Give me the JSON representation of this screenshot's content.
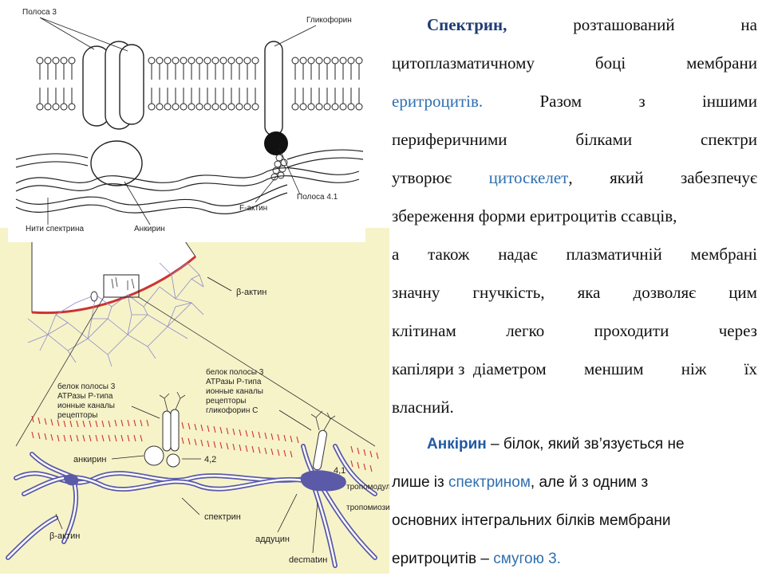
{
  "colors": {
    "term": "#2f6fb0",
    "title": "#1f3b73",
    "figure_bg": "#f7f3c9",
    "membrane_red": "#cc3333",
    "mesh": "#8a8cc8",
    "violet": "#5a5aa8"
  },
  "top_figure": {
    "label_band3": "Полоса 3",
    "label_glycophorin": "Гликофорин",
    "label_band41": "Полоса 4.1",
    "label_factin": "F-актин",
    "label_spectrin_threads": "Нити спектрина",
    "label_ankyrin": "Анкирин"
  },
  "bottom_figure": {
    "label_beta_actin": "β-актин",
    "box_left": [
      "белок полосы 3",
      "АТРазы Р-типа",
      "ионные каналы",
      "рецепторы"
    ],
    "box_right": [
      "белок полосы 3",
      "АТРазы Р-типа",
      "ионные каналы",
      "рецепторы",
      "гликофорин С"
    ],
    "label_ankyrin": "анкирин",
    "label_42": "4,2",
    "label_41": "4,1",
    "label_spectrin": "спектрин",
    "label_beta_actin2": "β-актин",
    "label_adducin": "аддуцин",
    "label_dematin": "decmatин",
    "label_tropomodulin": "тропомодулин",
    "label_tropomyosin": "тропомиозин"
  },
  "paragraph1": {
    "l1": [
      "Спектрин,",
      "розташований",
      "на"
    ],
    "l2": [
      "цитоплазматичному",
      "боці",
      "мембрани"
    ],
    "l3": [
      "еритроцитів.",
      "Разом",
      "з",
      "іншими"
    ],
    "l4": [
      "периферичними",
      "білками",
      "спектри"
    ],
    "l5a": "утворює",
    "l5b": "цитоскелет",
    "l5c": ",",
    "l5d": [
      "який",
      "забезпечує"
    ],
    "l6": "збереження форми еритроцитів ссавців,",
    "l7": [
      "а",
      "також",
      "надає",
      "плазматичній",
      "мембрані"
    ],
    "l8": [
      "значну",
      "гнучкість,",
      "яка",
      "дозволяє",
      "цим"
    ],
    "l9": [
      "клітинам",
      "легко",
      "проходити",
      "через"
    ],
    "l10": [
      "капіляри з  діаметром",
      "меншим",
      "ніж",
      "їх"
    ],
    "l11": "власний."
  },
  "paragraph2": {
    "l1a": "Анкірин",
    "l1b": " – білок, який зв’язується не",
    "l2a": "лише із ",
    "l2b": "спектрином",
    "l2c": ", але й з одним з",
    "l3": "основних інтегральних білків мембрани",
    "l4a": "еритроцитів – ",
    "l4b": "смугою 3."
  }
}
